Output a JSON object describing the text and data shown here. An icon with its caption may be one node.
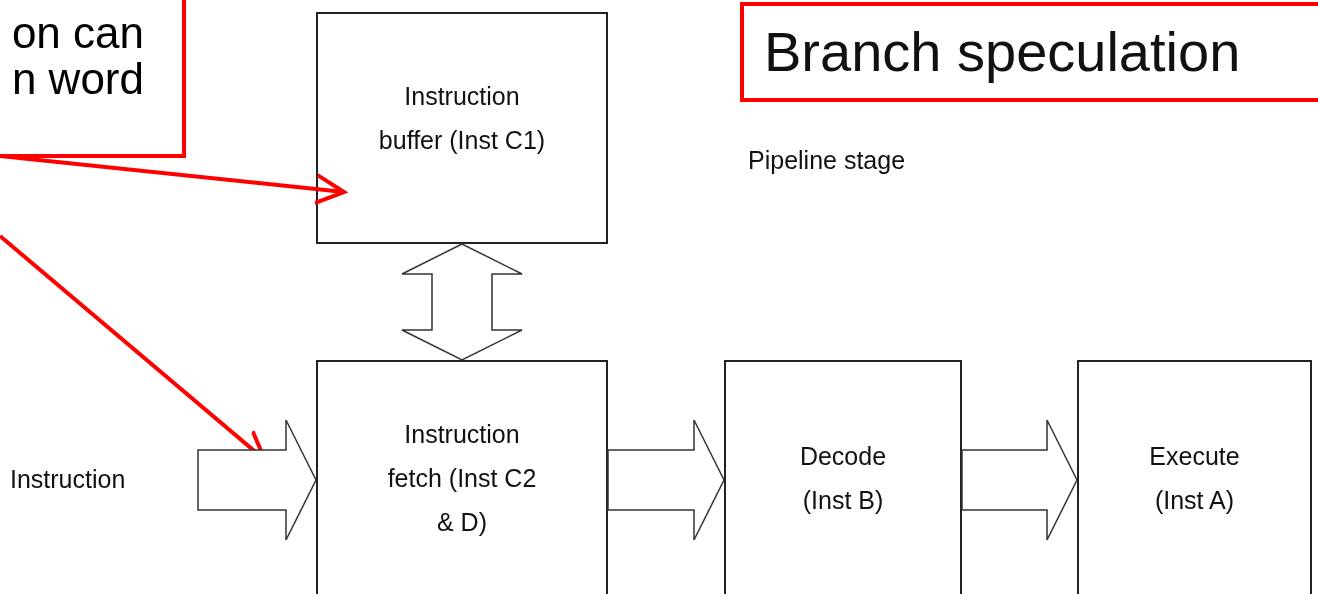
{
  "diagram": {
    "nodes": [
      {
        "text": [
          "on can n word"
        ]
      },
      {
        "text": [
          "Instruction buffer (Inst C1)"
        ]
      },
      {
        "text": [
          "Branch speculation"
        ]
      },
      {
        "text": [
          "Instruction"
        ]
      },
      {
        "text": [
          "Instruction fetch (Inst C2 & D)"
        ]
      },
      {
        "text": [
          "Decode (Inst B)"
        ]
      },
      {
        "text": [
          "Execute (Inst A)"
        ]
      }
    ],
    "edges": [
      {
        "from": 0,
        "to": 1,
        "arrow": "to",
        "color": "#ff0000"
      },
      {
        "from": 0,
        "to": null,
        "arrow": "to",
        "color": "#ff0000"
      },
      {
        "from": 1,
        "to": 4,
        "arrow": "both"
      },
      {
        "from": 3,
        "to": 4,
        "arrow": "to"
      },
      {
        "from": 4,
        "to": 5,
        "arrow": "to"
      },
      {
        "from": 5,
        "to": 6,
        "arrow": "to"
      }
    ],
    "labels": [
      "Pipeline stage"
    ]
  }
}
